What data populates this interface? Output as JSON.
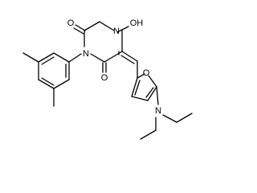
{
  "molecule": {
    "atom_labels": {
      "o_top": "O",
      "oh": "OH",
      "nh": "N",
      "n_ring": "N",
      "o_bottom": "O",
      "o_furan": "O",
      "n_amine": "N"
    },
    "colors": {
      "bond": "#000000",
      "label": "#000000",
      "background": "#ffffff"
    }
  }
}
